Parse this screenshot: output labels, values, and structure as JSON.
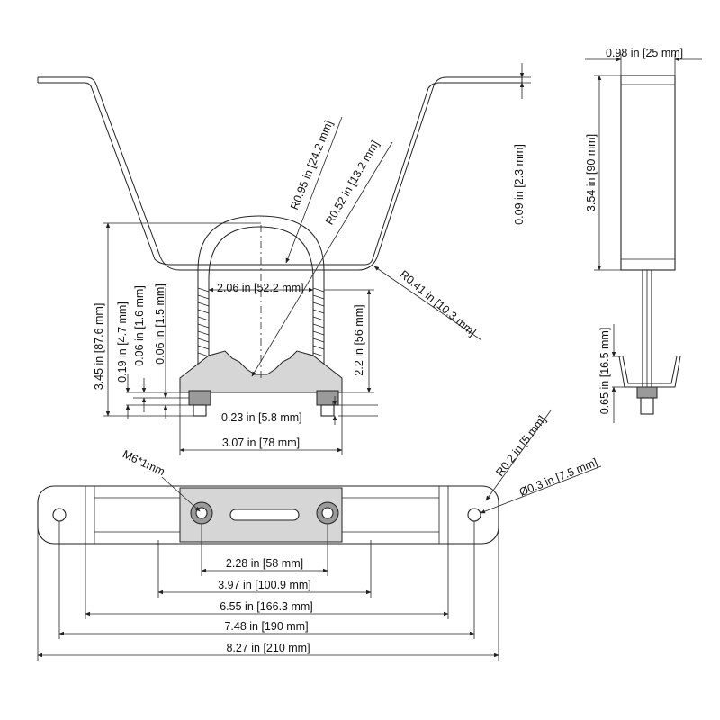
{
  "dimensions": {
    "top_width": "0.98 in [25 mm]",
    "thickness": "0.09 in [2.3 mm]",
    "r_large": "R0.95 in [24.2 mm]",
    "r_mid": "R0.52 in [13.2 mm]",
    "r_bend": "R0.41 in [10.3 mm]",
    "side_height": "3.54 in [90 mm]",
    "overall_height": "3.45 in [87.6 mm]",
    "d_019": "0.19 in [4.7 mm]",
    "d_006a": "0.06 in [1.6 mm]",
    "d_006b": "0.06 in [1.5 mm]",
    "ubolt_width": "2.06 in [52.2 mm]",
    "ubolt_height": "2.2 in [56 mm]",
    "nut_height": "0.23 in [5.8 mm]",
    "block_width": "3.07 in [78 mm]",
    "side_small_h": "0.65 in [16.5 mm]",
    "thread": "M6*1mm",
    "hole_radius": "R0.2 in [5 mm]",
    "hole_dia": "Ø0.3 in [7.5 mm]",
    "d_228": "2.28 in [58 mm]",
    "d_397": "3.97 in [100.9 mm]",
    "d_655": "6.55 in [166.3 mm]",
    "d_748": "7.48 in [190 mm]",
    "d_827": "8.27 in [210 mm]"
  }
}
